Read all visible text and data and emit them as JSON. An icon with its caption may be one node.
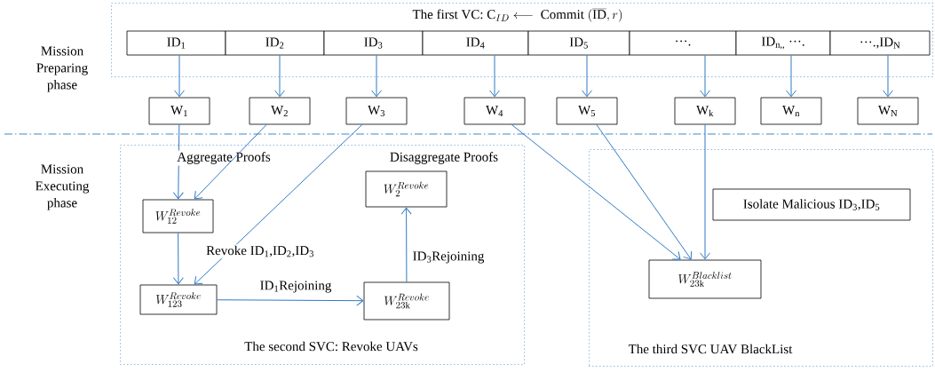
{
  "diagram": {
    "nodes": [
      {
        "text": [
          "\\mbox{The first VC: }\\mathrm{C}_{ID}\\longleftarrow\\mbox{ Commit }(\\overline{\\mathrm{ID}}, r)"
        ]
      },
      {
        "text": [
          "ID$_{1}$"
        ],
        "in": 0
      },
      {
        "text": [
          "ID$_{2}$"
        ],
        "in": 0
      },
      {
        "text": [
          "ID$_{3}$"
        ],
        "in": 0
      },
      {
        "text": [
          "ID$_{4}$"
        ],
        "in": 0
      },
      {
        "text": [
          "ID$_{5}$"
        ],
        "in": 0
      },
      {
        "text": [
          "···."
        ],
        "in": 0
      },
      {
        "text": [
          "ID$_{n,,}$ ···."
        ],
        "in": 0
      },
      {
        "text": [
          "···.,ID$_{N}$"
        ],
        "in": 0
      },
      {
        "text": [
          "W$_{1}$"
        ]
      },
      {
        "text": [
          "W$_{2}$"
        ]
      },
      {
        "text": [
          "W$_{3}$"
        ]
      },
      {
        "text": [
          "W$_{4}$"
        ]
      },
      {
        "text": [
          "W$_{5}$"
        ]
      },
      {
        "text": [
          "W$_{k}$"
        ]
      },
      {
        "text": [
          "W$_{n}$"
        ]
      },
      {
        "text": [
          "W$_{N}$"
        ]
      },
      {
        "text": [
          "The second SVC: Revoke UAVs"
        ]
      },
      {
        "text": [
          "W^{Revoke}_{12}"
        ],
        "in": 17
      },
      {
        "text": [
          "W^{Revoke}_{2}"
        ],
        "in": 17
      },
      {
        "text": [
          "W^{Revoke}_{123}"
        ],
        "in": 17
      },
      {
        "text": [
          "W^{Revoke}_{23\\mathrm{k}}"
        ],
        "in": 17
      },
      {
        "text": [
          "The third SVC UAV BlackList"
        ]
      },
      {
        "text": [
          "Isolate Malicious ID$_{3}$,ID$_{5}$"
        ],
        "in": 22
      },
      {
        "text": [
          "W^{Blacklist}_{23\\mathrm{k}}"
        ],
        "in": 22
      }
    ],
    "edges": [
      {
        "from": 1,
        "to": 9,
        "arrow": "to"
      },
      {
        "from": 2,
        "to": 10,
        "arrow": "to"
      },
      {
        "from": 3,
        "to": 11,
        "arrow": "to"
      },
      {
        "from": 4,
        "to": 12,
        "arrow": "to"
      },
      {
        "from": 5,
        "to": 13,
        "arrow": "to"
      },
      {
        "from": 6,
        "to": 14,
        "arrow": "to"
      },
      {
        "from": 7,
        "to": 15,
        "arrow": "to"
      },
      {
        "from": 8,
        "to": 16,
        "arrow": "to"
      },
      {
        "from": 9,
        "to": 18,
        "arrow": "to",
        "label": "Aggregate Proofs"
      },
      {
        "from": 10,
        "to": 18,
        "arrow": "to"
      },
      {
        "from": 18,
        "to": 20,
        "arrow": "to"
      },
      {
        "from": 11,
        "to": 20,
        "arrow": "to",
        "label": "Revoke ID$_{1}$,ID$_{2}$,ID$_{3}$"
      },
      {
        "from": 20,
        "to": 21,
        "arrow": "to",
        "label": "ID$_{1}$Rejoining"
      },
      {
        "from": 21,
        "to": 19,
        "arrow": "to",
        "label": "ID$_{3}$Rejoining"
      },
      {
        "from": 12,
        "to": 24,
        "arrow": "to"
      },
      {
        "from": 13,
        "to": 24,
        "arrow": "to"
      },
      {
        "from": 14,
        "to": 24,
        "arrow": "to"
      }
    ],
    "labels": [
      "Mission Preparing phase",
      "Mission Executing phase",
      "Disaggregate Proofs"
    ]
  }
}
